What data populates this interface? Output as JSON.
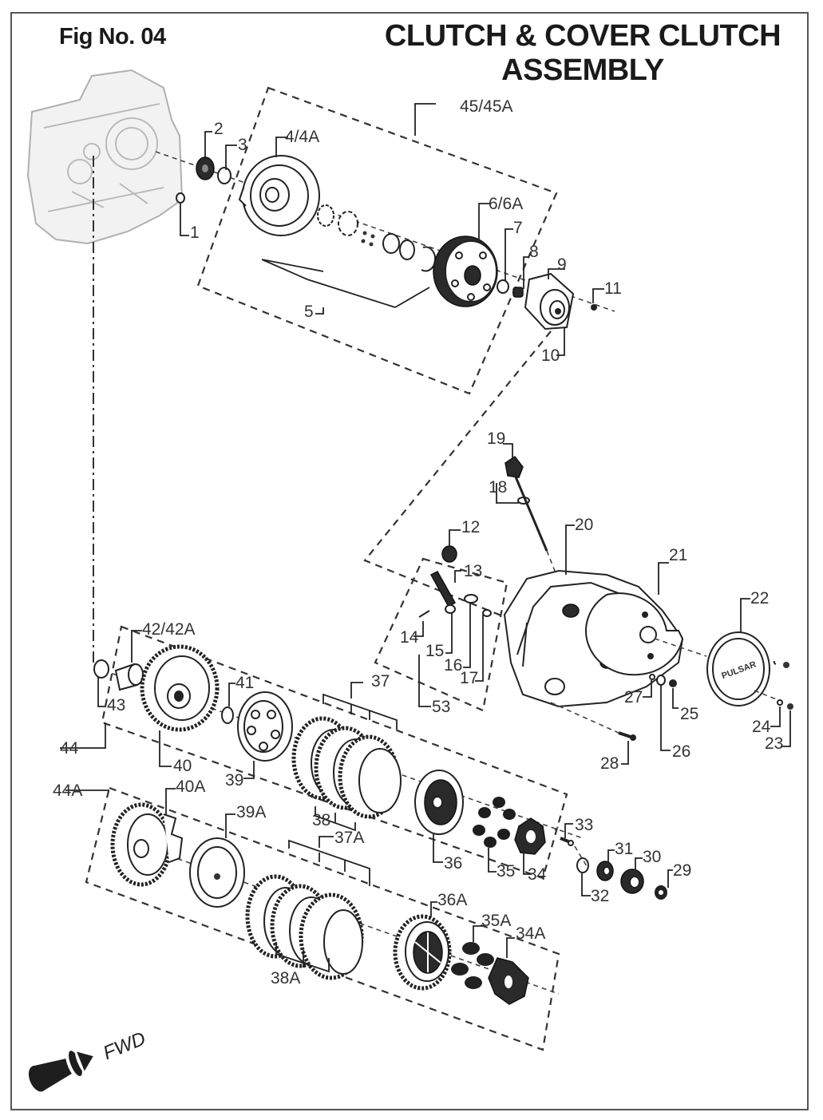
{
  "header": {
    "figure_number": "Fig No. 04",
    "title_line1": "CLUTCH & COVER CLUTCH",
    "title_line2": "ASSEMBLY"
  },
  "direction_indicator": {
    "label": "FWD",
    "icon": "forward-arrow-icon"
  },
  "groups": {
    "primary_clutch_group": "45/45A",
    "clutch_lever_group": "53",
    "clutch_outer_group": "44",
    "clutch_outer_alt_group": "44A"
  },
  "callouts": [
    {
      "id": "1"
    },
    {
      "id": "2"
    },
    {
      "id": "3"
    },
    {
      "id": "4/4A"
    },
    {
      "id": "5"
    },
    {
      "id": "6/6A"
    },
    {
      "id": "7"
    },
    {
      "id": "8"
    },
    {
      "id": "9"
    },
    {
      "id": "10"
    },
    {
      "id": "11"
    },
    {
      "id": "12"
    },
    {
      "id": "13"
    },
    {
      "id": "14"
    },
    {
      "id": "15"
    },
    {
      "id": "16"
    },
    {
      "id": "17"
    },
    {
      "id": "18"
    },
    {
      "id": "19"
    },
    {
      "id": "20"
    },
    {
      "id": "21"
    },
    {
      "id": "22"
    },
    {
      "id": "23"
    },
    {
      "id": "24"
    },
    {
      "id": "25"
    },
    {
      "id": "26"
    },
    {
      "id": "27"
    },
    {
      "id": "28"
    },
    {
      "id": "29"
    },
    {
      "id": "30"
    },
    {
      "id": "31"
    },
    {
      "id": "32"
    },
    {
      "id": "33"
    },
    {
      "id": "34"
    },
    {
      "id": "35"
    },
    {
      "id": "36"
    },
    {
      "id": "37"
    },
    {
      "id": "38"
    },
    {
      "id": "39"
    },
    {
      "id": "40"
    },
    {
      "id": "41"
    },
    {
      "id": "42/42A"
    },
    {
      "id": "43"
    },
    {
      "id": "34A"
    },
    {
      "id": "35A"
    },
    {
      "id": "36A"
    },
    {
      "id": "37A"
    },
    {
      "id": "38A"
    },
    {
      "id": "39A"
    },
    {
      "id": "40A"
    }
  ],
  "cover_emblem_text": "PULSAR"
}
